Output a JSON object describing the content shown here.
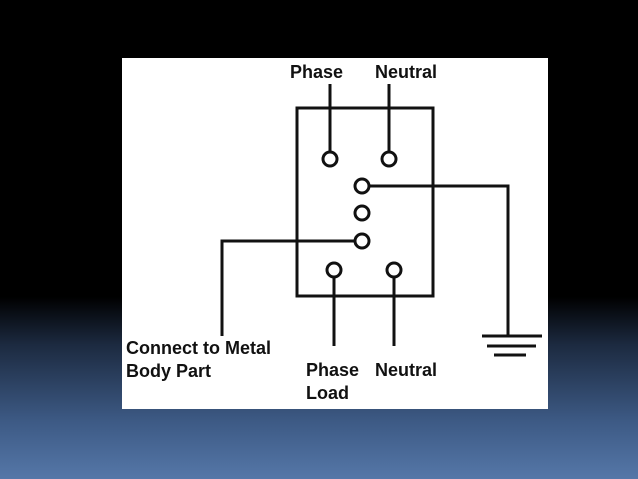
{
  "colors": {
    "background_top": "#000000",
    "background_bottom": "#5577a8",
    "panel": "#ffffff",
    "ink": "#111111"
  },
  "labels": {
    "top_phase": "Phase",
    "top_neutral": "Neutral",
    "connect_line1": "Connect to Metal",
    "connect_line2": "Body Part",
    "bottom_phase": "Phase",
    "bottom_neutral": "Neutral",
    "bottom_load": "Load"
  },
  "icons": {
    "ground": "ground-symbol-icon",
    "terminal": "terminal-circle-icon"
  }
}
